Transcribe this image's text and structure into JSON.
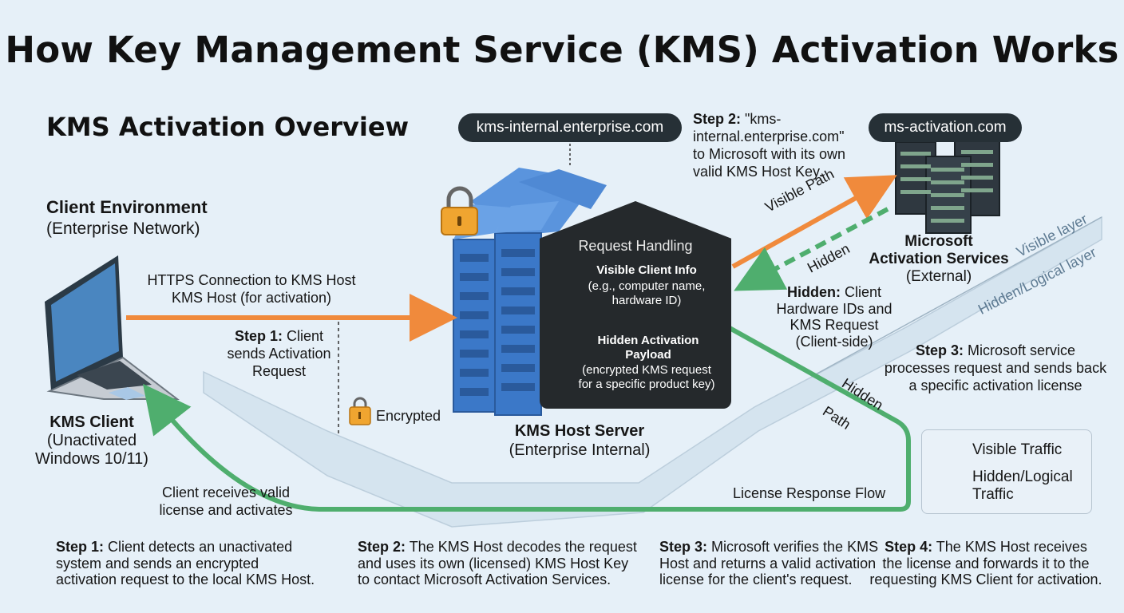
{
  "title": "How Key Management Service (KMS) Activation Works",
  "overview": "KMS Activation Overview",
  "client_env": {
    "title": "Client Environment",
    "subtitle": "(Enterprise Network)"
  },
  "client": {
    "title": "KMS Client",
    "subtitle_1": "(Unactivated",
    "subtitle_2": "Windows 10/11)"
  },
  "https_label": {
    "line1": "HTTPS Connection to KMS Host",
    "line2": "KMS Host (for activation)"
  },
  "step1_mid": {
    "bold": "Step 1:",
    "line1_rest": " Client",
    "line2": "sends Activation",
    "line3": "Request"
  },
  "encrypted": "Encrypted",
  "kms_domain": "kms-internal.enterprise.com",
  "ms_domain": "ms-activation.com",
  "step2_top": {
    "bold": "Step 2:",
    "line1_rest": " \"kms-",
    "line2": "internal.enterprise.com\"",
    "line3": "to Microsoft with its own",
    "line4": "valid KMS Host Key."
  },
  "panel": {
    "heading": "Request Handling",
    "visible_title": "Visible Client Info",
    "visible_l1": "(e.g., computer name,",
    "visible_l2": "hardware ID)",
    "hidden_title_1": "Hidden Activation",
    "hidden_title_2": "Payload",
    "hidden_l1": "(encrypted KMS request",
    "hidden_l2": "for a specific product key)"
  },
  "host": {
    "title": "KMS Host Server",
    "subtitle": "(Enterprise Internal)"
  },
  "visible_path": "Visible Path",
  "hidden_arrow": "Hidden",
  "microsoft": {
    "line1": "Microsoft",
    "line2": "Activation Services",
    "line3": "(External)"
  },
  "hidden_note": {
    "bold": "Hidden:",
    "line1_rest": " Client",
    "line2": "Hardware IDs and",
    "line3": "KMS Request",
    "line4": "(Client-side)"
  },
  "visible_layer": "Visible layer",
  "hidden_layer": "Hidden/Logical layer",
  "step3_right": {
    "bold": "Step 3:",
    "line1_rest": " Microsoft service",
    "line2": "processes request and sends back",
    "line3": "a specific activation license"
  },
  "hidden_path_1": "Hidden",
  "hidden_path_2": "Path",
  "license_flow": "License Response Flow",
  "client_receives": {
    "line1": "Client receives valid",
    "line2": "license and activates"
  },
  "legend": {
    "visible": "Visible Traffic",
    "hidden_1": "Hidden/Logical",
    "hidden_2": "Traffic"
  },
  "bottom_steps": [
    {
      "bold": "Step 1:",
      "l1": " Client detects an unactivated",
      "l2": "system and sends an encrypted",
      "l3": "activation request to the local KMS Host."
    },
    {
      "bold": "Step 2:",
      "l1": " The KMS Host decodes the request",
      "l2": "and uses its own (licensed) KMS Host Key",
      "l3": "to contact Microsoft Activation Services."
    },
    {
      "bold": "Step 3:",
      "l1": " Microsoft verifies the KMS",
      "l2": "Host and returns a valid activation",
      "l3": "license for the client's request."
    },
    {
      "bold": "Step 4:",
      "l1": " The KMS Host receives",
      "l2": "the license and forwards it to the",
      "l3": "requesting KMS Client for activation."
    }
  ],
  "colors": {
    "visible": "#f08a3c",
    "hidden": "#4fae6e",
    "server_blue": "#3b78c8",
    "dark": "#25292c"
  },
  "icons": [
    "laptop-icon",
    "padlock-icon",
    "server-rack-icon",
    "cloud-server-icon"
  ]
}
